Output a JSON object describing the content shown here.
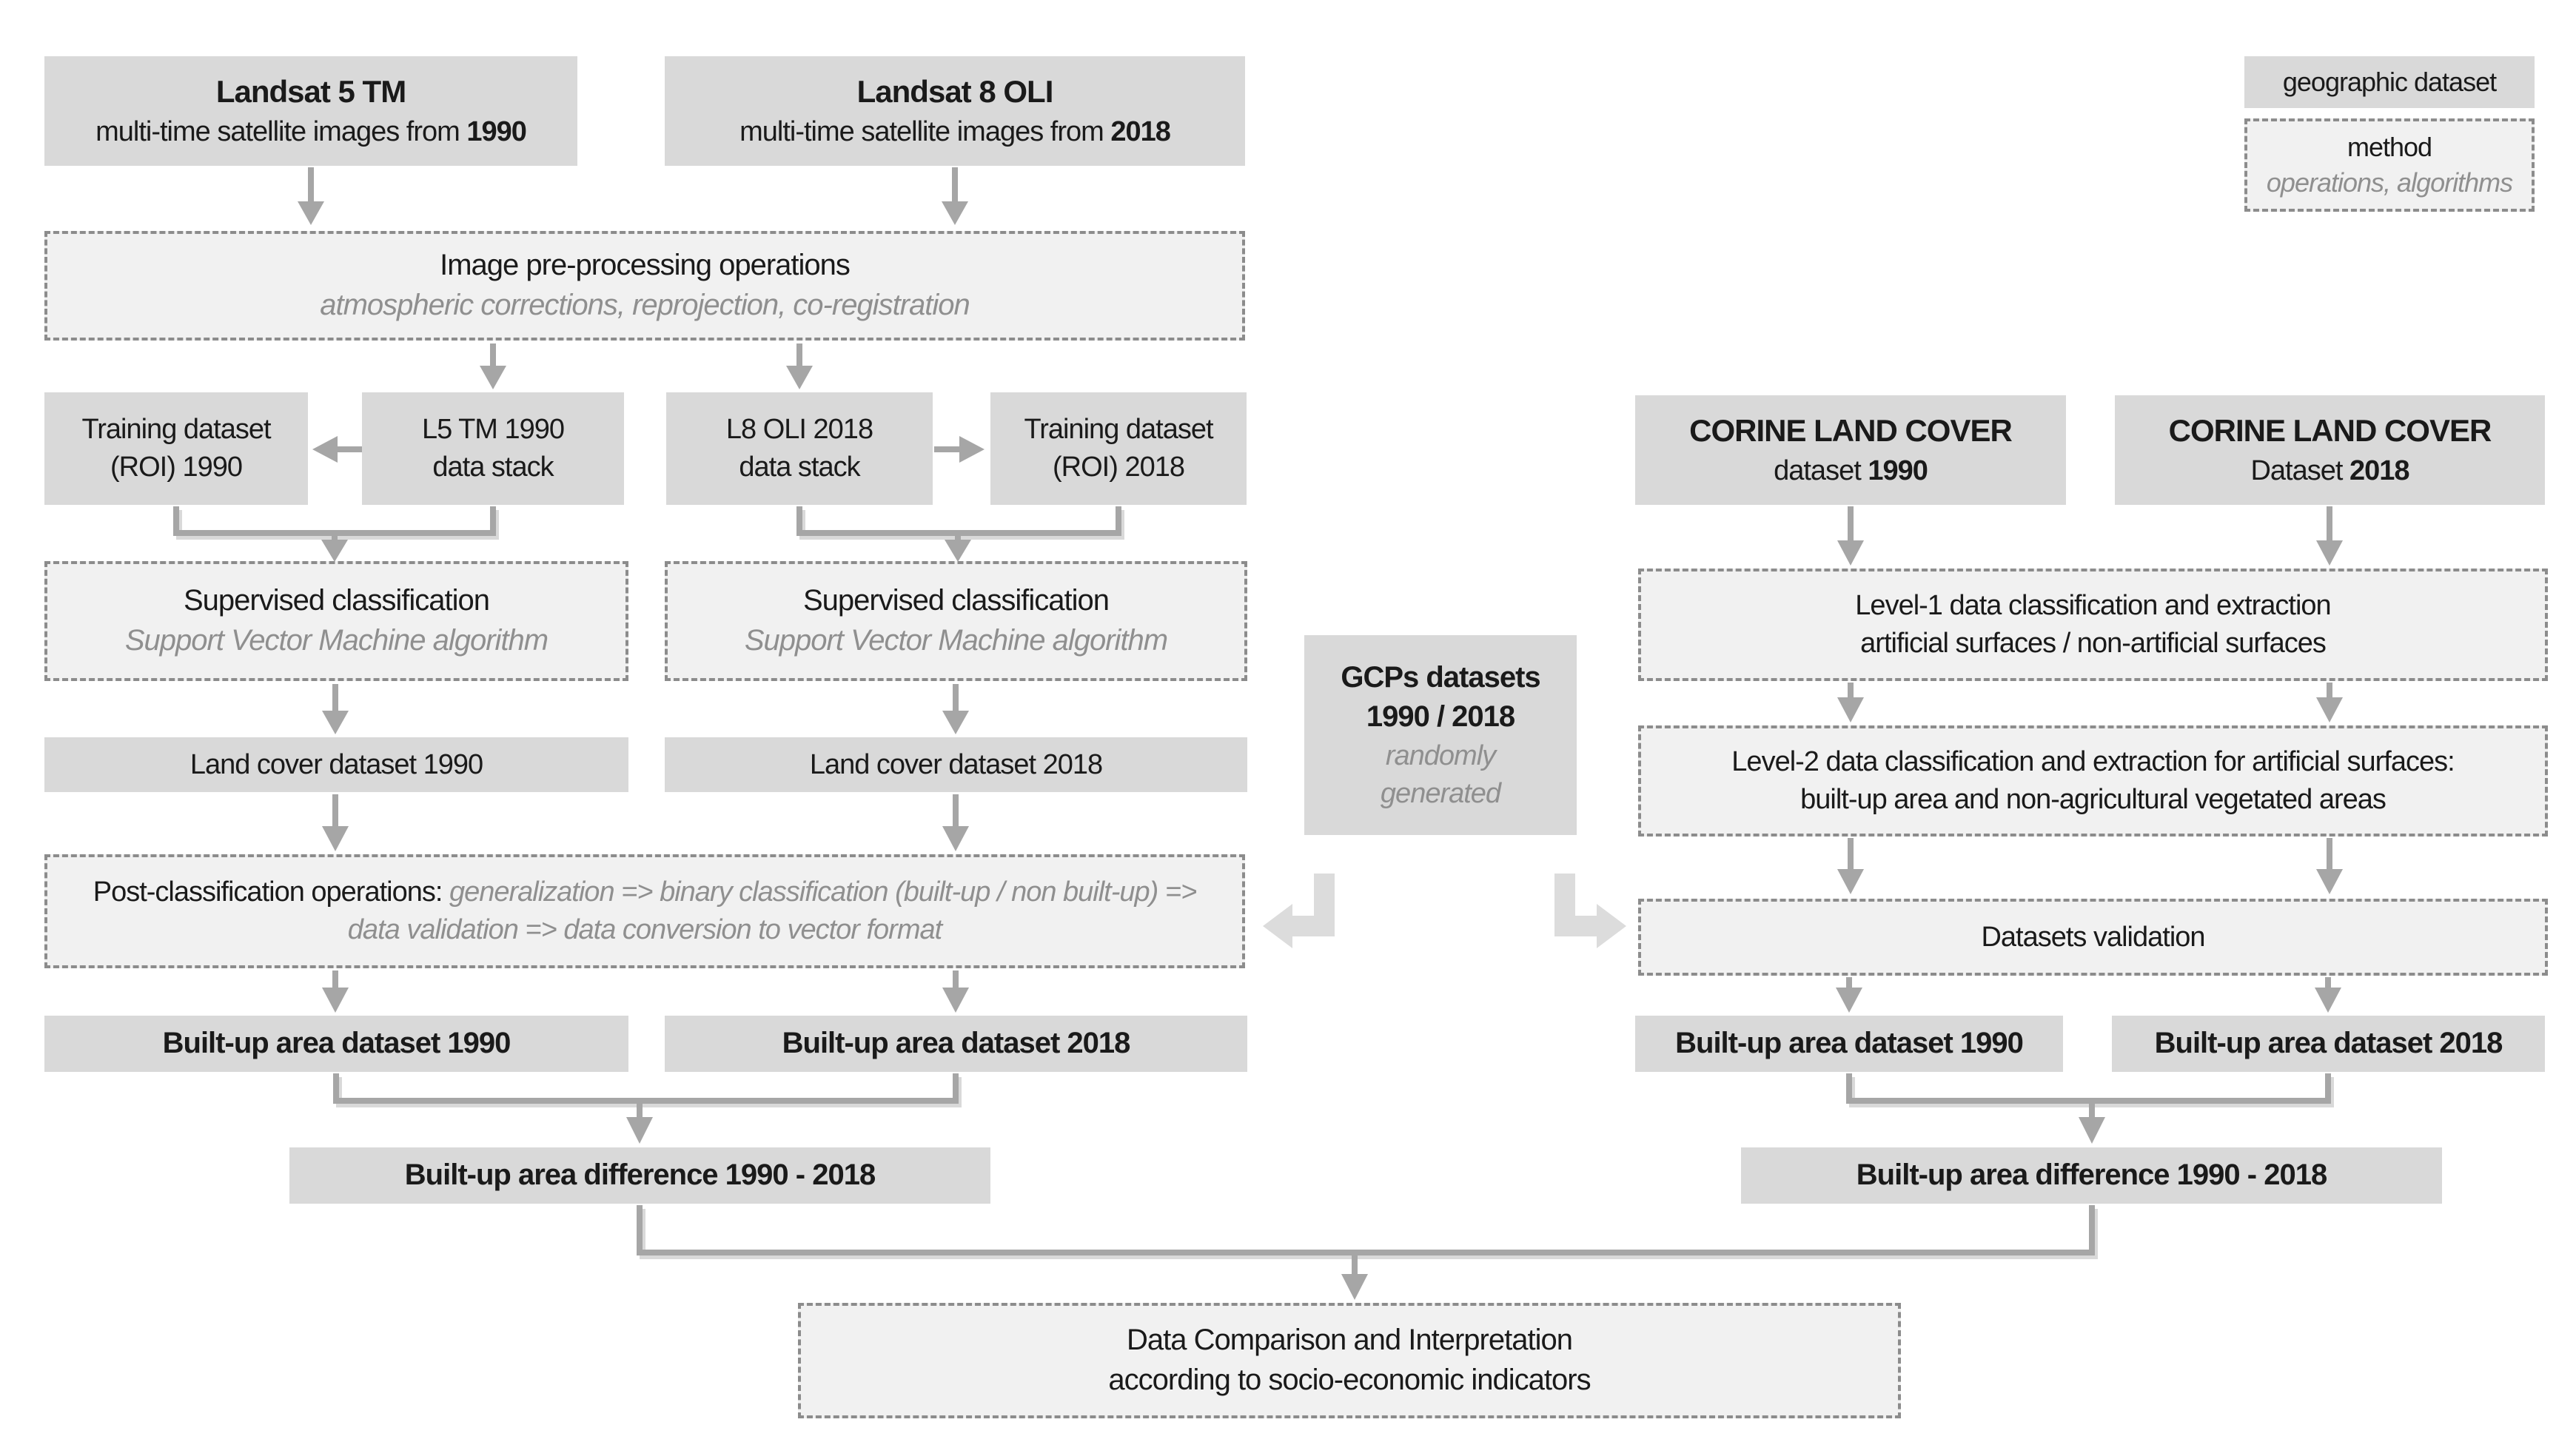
{
  "palette": {
    "box_fill": "#d9d9d9",
    "dashed_fill": "#f1f1f1",
    "dashed_border": "#8c8c8c",
    "arrow": "#a6a6a6",
    "block_arrow": "#dcdcdc",
    "sub_text": "#8f8f8f"
  },
  "legend": {
    "dataset": "geographic dataset",
    "method": "method",
    "method_sub": "operations, algorithms"
  },
  "landsat_1990": {
    "title": "Landsat 5 TM",
    "subtitle": "multi-time satellite images from ",
    "year": "1990"
  },
  "landsat_2018": {
    "title": "Landsat 8 OLI",
    "subtitle": "multi-time satellite images from ",
    "year": "2018"
  },
  "preprocessing": {
    "title": "Image pre-processing operations",
    "sub": "atmospheric corrections, reprojection, co-registration"
  },
  "training_1990": {
    "l1": "Training dataset",
    "l2": "(ROI) 1990"
  },
  "stack_1990": {
    "l1": "L5 TM 1990",
    "l2": "data stack"
  },
  "stack_2018": {
    "l1": "L8 OLI 2018",
    "l2": "data stack"
  },
  "training_2018": {
    "l1": "Training dataset",
    "l2": "(ROI) 2018"
  },
  "svm": {
    "title": "Supervised classification",
    "sub": "Support Vector Machine algorithm"
  },
  "landcover_1990": "Land cover dataset 1990",
  "landcover_2018": "Land cover dataset 2018",
  "gcps": {
    "l1": "GCPs datasets",
    "l2": "1990 / 2018",
    "s1": "randomly",
    "s2": "generated"
  },
  "postclassification": {
    "prefix": "Post-classification operations: ",
    "detail": "generalization => binary classification (built-up / non built-up) => data validation => data conversion to vector format"
  },
  "builtup_1990": "Built-up area dataset 1990",
  "builtup_2018": "Built-up area dataset 2018",
  "corine_1990": {
    "title": "CORINE LAND COVER",
    "prefix": "dataset ",
    "year": "1990"
  },
  "corine_2018": {
    "title": "CORINE LAND COVER",
    "prefix": "Dataset ",
    "year": "2018"
  },
  "level1": {
    "l1": "Level-1 data classification and extraction",
    "l2": "artificial surfaces / non-artificial surfaces"
  },
  "level2": {
    "l1": "Level-2 data classification and extraction for artificial surfaces:",
    "l2": "built-up area and non-agricultural vegetated areas"
  },
  "validation": "Datasets validation",
  "difference": "Built-up area difference 1990 - 2018",
  "comparison": {
    "l1": "Data Comparison and Interpretation",
    "l2": "according to socio-economic indicators"
  }
}
